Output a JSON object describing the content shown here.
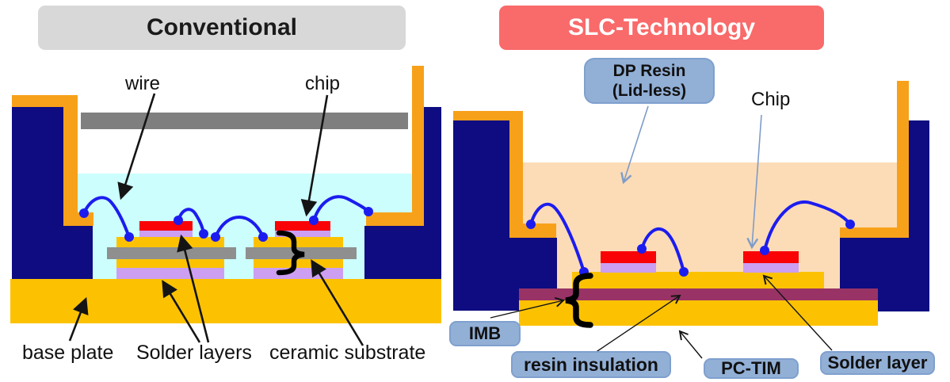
{
  "colors": {
    "navy": "#0E0C80",
    "orange": "#F7A11A",
    "yellow": "#FCC202",
    "cyan": "#CCFEFE",
    "peach": "#FBDCB7",
    "red": "#F90307",
    "lavender": "#CC9FF2",
    "maroon": "#993366",
    "lid_gray": "#7F7F7F",
    "ceramic_gray": "#8F8F8F",
    "wire_blue": "#1C1CEF",
    "title_gray_bg": "#D8D8D8",
    "slc_red_bg": "#F96A6A",
    "label_blue_bg": "#92AFD6",
    "label_blue_border": "#7FA0CE",
    "arrow_black": "#141414",
    "arrow_bluegray": "#7E9CC8"
  },
  "left_panel": {
    "title": "Conventional",
    "labels": {
      "wire": "wire",
      "chip": "chip",
      "base_plate": "base plate",
      "solder_layers": "Solder layers",
      "ceramic_substrate": "ceramic substrate"
    }
  },
  "right_panel": {
    "title": "SLC-Technology",
    "labels": {
      "dp_resin": "DP Resin",
      "dp_resin_sub": "(Lid-less)",
      "chip": "Chip",
      "imb": "IMB",
      "resin_insulation": "resin insulation",
      "pc_tim": "PC-TIM",
      "solder_layer": "Solder layer"
    }
  }
}
